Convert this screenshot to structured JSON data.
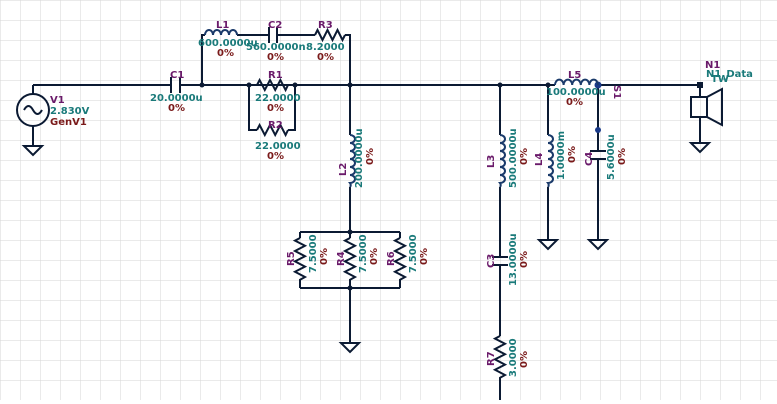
{
  "schematic": {
    "source": {
      "name": "V1",
      "value": "2.830V",
      "label": "GenV1"
    },
    "components": {
      "C1": {
        "name": "C1",
        "value": "20.0000u",
        "pct": "0%"
      },
      "L1": {
        "name": "L1",
        "value": "600.0000u",
        "pct": "0%"
      },
      "C2": {
        "name": "C2",
        "value": "560.0000n",
        "pct": "0%"
      },
      "R3": {
        "name": "R3",
        "value": "8.2000",
        "pct": "0%"
      },
      "R1": {
        "name": "R1",
        "value": "22.0000",
        "pct": "0%"
      },
      "R2": {
        "name": "R2",
        "value": "22.0000",
        "pct": "0%"
      },
      "L2": {
        "name": "L2",
        "value": "200.0000u",
        "pct": "0%"
      },
      "R5": {
        "name": "R5",
        "value": "7.5000",
        "pct": "0%"
      },
      "R4": {
        "name": "R4",
        "value": "7.5000",
        "pct": "0%"
      },
      "R6": {
        "name": "R6",
        "value": "7.5000",
        "pct": "0%"
      },
      "L3": {
        "name": "L3",
        "value": "500.0000u",
        "pct": "0%"
      },
      "C3": {
        "name": "C3",
        "value": "13.0000u",
        "pct": "0%"
      },
      "R7": {
        "name": "R7",
        "value": "3.0000",
        "pct": "0%"
      },
      "L4": {
        "name": "L4",
        "value": "1.0000m",
        "pct": "0%"
      },
      "L5": {
        "name": "L5",
        "value": "100.0000u",
        "pct": "0%"
      },
      "C4": {
        "name": "C4",
        "value": "5.6000u",
        "pct": "0%"
      }
    },
    "node_s1": "S1",
    "speaker": {
      "node": "N1",
      "data": "N1_Data",
      "label": "TW"
    }
  }
}
